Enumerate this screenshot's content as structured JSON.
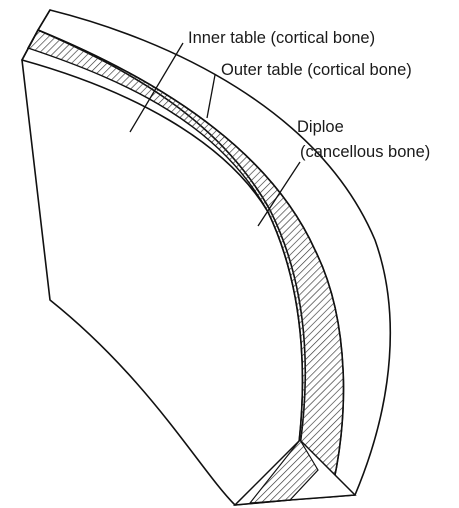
{
  "labels": {
    "inner_table": "Inner table (cortical bone)",
    "outer_table": "Outer table (cortical bone)",
    "diploe_line1": "Diploe",
    "diploe_line2": "(cancellous bone)"
  },
  "colors": {
    "background": "#ffffff",
    "line": "#111111",
    "hatch": "#333333"
  }
}
